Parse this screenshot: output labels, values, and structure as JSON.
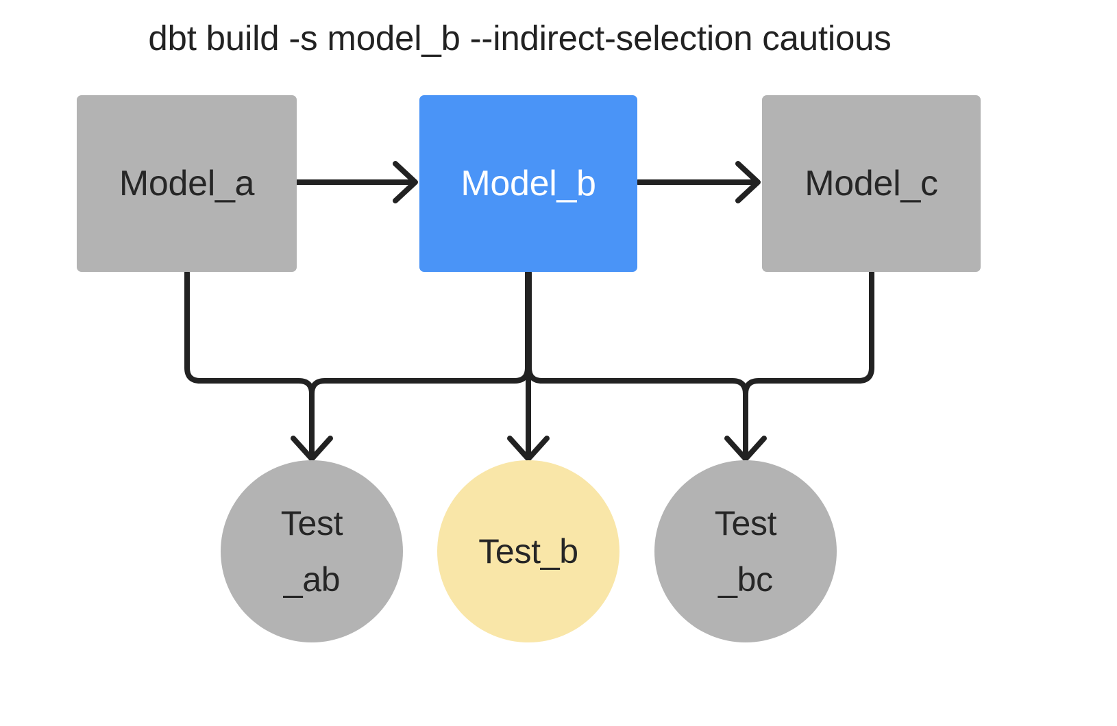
{
  "title": "dbt build -s model_b --indirect-selection cautious",
  "palette": {
    "background": "#ffffff",
    "node_gray": "#b3b3b3",
    "node_selected_blue": "#4a94f7",
    "node_indirect_yellow": "#f9e6a8",
    "edge_black": "#222222",
    "text_dark": "#262626",
    "text_light": "#ffffff"
  },
  "nodes": {
    "models": [
      {
        "id": "model_a",
        "label": "Model_a",
        "shape": "rect",
        "fill": "#b3b3b3",
        "text_color": "#262626",
        "state": "unselected"
      },
      {
        "id": "model_b",
        "label": "Model_b",
        "shape": "rect",
        "fill": "#4a94f7",
        "text_color": "#ffffff",
        "state": "selected"
      },
      {
        "id": "model_c",
        "label": "Model_c",
        "shape": "rect",
        "fill": "#b3b3b3",
        "text_color": "#262626",
        "state": "unselected"
      }
    ],
    "tests": [
      {
        "id": "test_ab",
        "label_line1": "Test",
        "label_line2": "_ab",
        "shape": "circle",
        "fill": "#b3b3b3",
        "text_color": "#262626",
        "state": "unselected"
      },
      {
        "id": "test_b",
        "label_line1": "Test_b",
        "label_line2": "",
        "shape": "circle",
        "fill": "#f9e6a8",
        "text_color": "#262626",
        "state": "indirect"
      },
      {
        "id": "test_bc",
        "label_line1": "Test",
        "label_line2": "_bc",
        "shape": "circle",
        "fill": "#b3b3b3",
        "text_color": "#262626",
        "state": "unselected"
      }
    ]
  },
  "edges": [
    {
      "from": "model_a",
      "to": "model_b",
      "style": "straight-arrow"
    },
    {
      "from": "model_b",
      "to": "model_c",
      "style": "straight-arrow"
    },
    {
      "from": "model_a",
      "to": "test_ab",
      "style": "orthogonal-arrow"
    },
    {
      "from": "model_b",
      "to": "test_ab",
      "style": "orthogonal-arrow"
    },
    {
      "from": "model_b",
      "to": "test_b",
      "style": "straight-arrow"
    },
    {
      "from": "model_b",
      "to": "test_bc",
      "style": "orthogonal-arrow"
    },
    {
      "from": "model_c",
      "to": "test_bc",
      "style": "orthogonal-arrow"
    }
  ]
}
